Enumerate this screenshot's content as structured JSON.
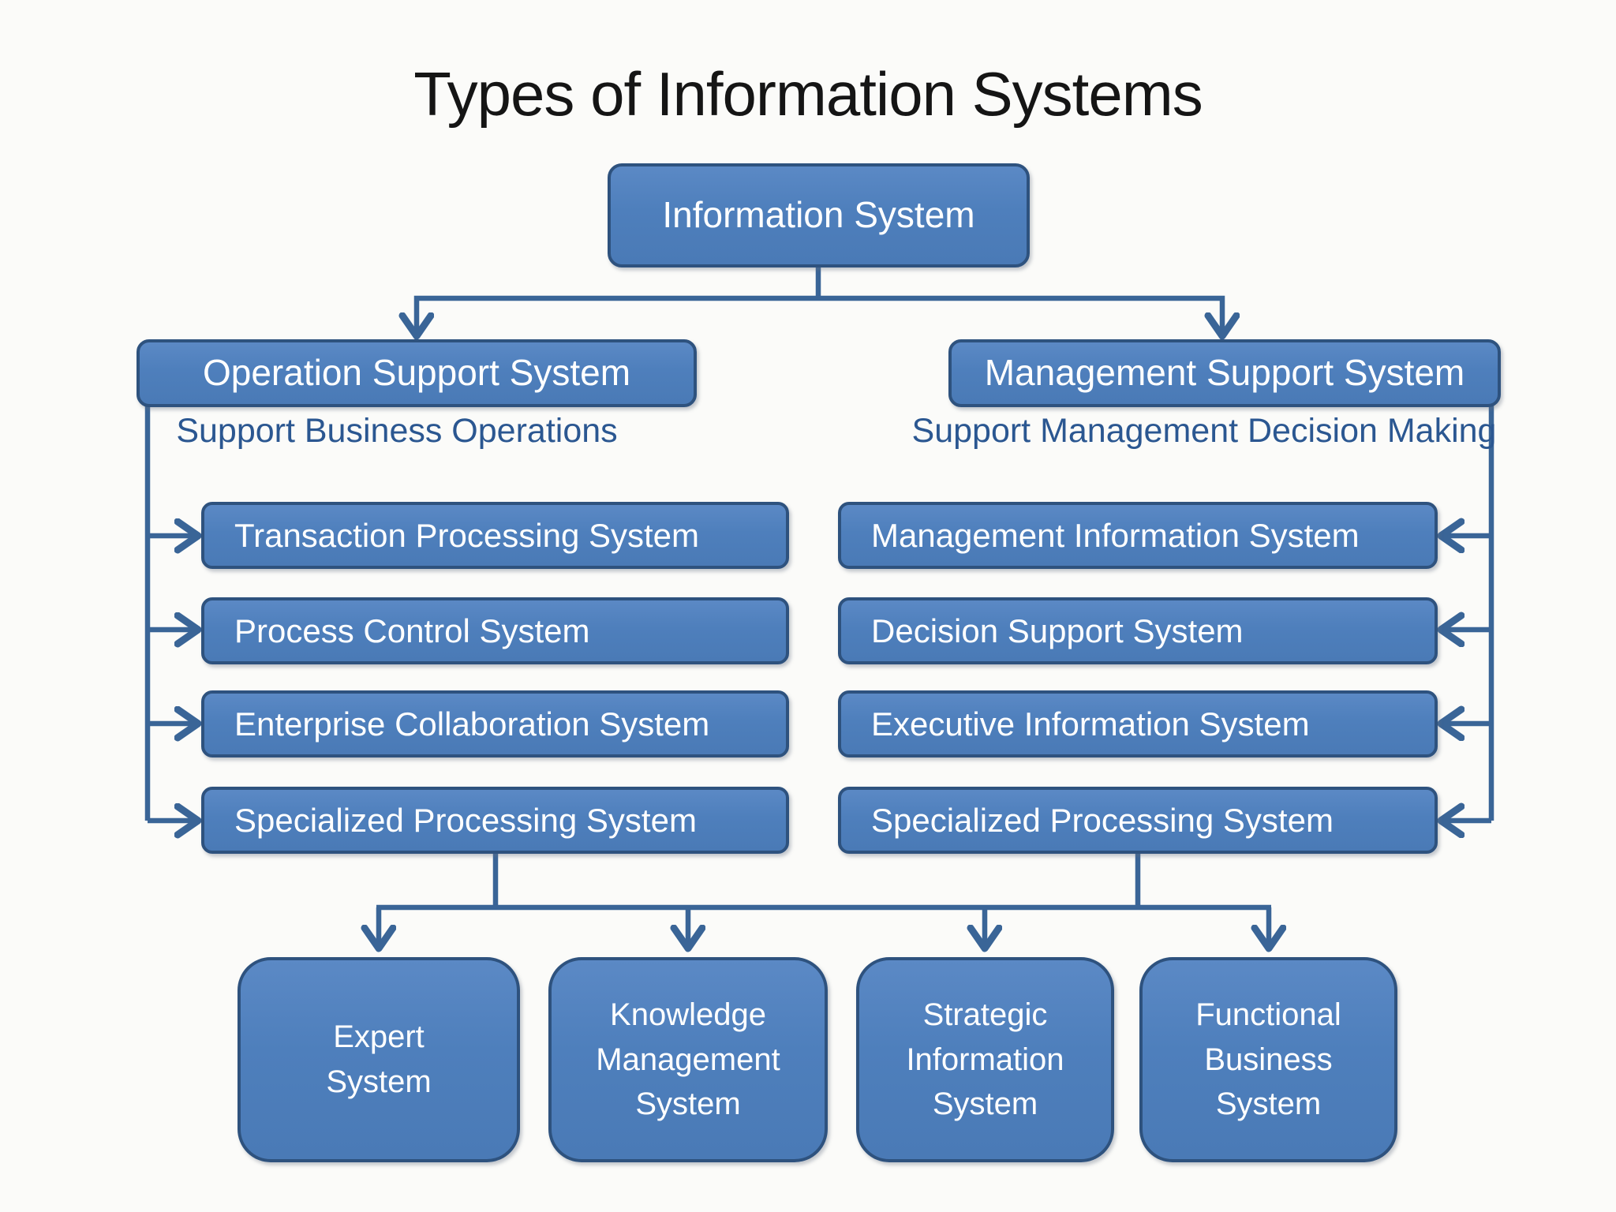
{
  "title": "Types of Information Systems",
  "root": {
    "label": "Information System"
  },
  "branches": [
    {
      "label": "Operation Support System",
      "subtitle": "Support Business Operations",
      "children": [
        "Transaction Processing System",
        "Process Control System",
        "Enterprise Collaboration System",
        "Specialized Processing System"
      ]
    },
    {
      "label": "Management Support System",
      "subtitle": "Support Management Decision Making",
      "children": [
        "Management Information System",
        "Decision Support System",
        "Executive Information System",
        "Specialized Processing System"
      ]
    }
  ],
  "shared_children": [
    "Expert\nSystem",
    "Knowledge\nManagement\nSystem",
    "Strategic\nInformation\nSystem",
    "Functional\nBusiness\nSystem"
  ],
  "colors": {
    "box_fill": "#4f81bd",
    "box_border": "#2e527e",
    "connector": "#3a6597",
    "subtitle_text": "#2b5791",
    "title_text": "#151515",
    "box_text": "#ffffff",
    "background": "#fbfbf9"
  }
}
